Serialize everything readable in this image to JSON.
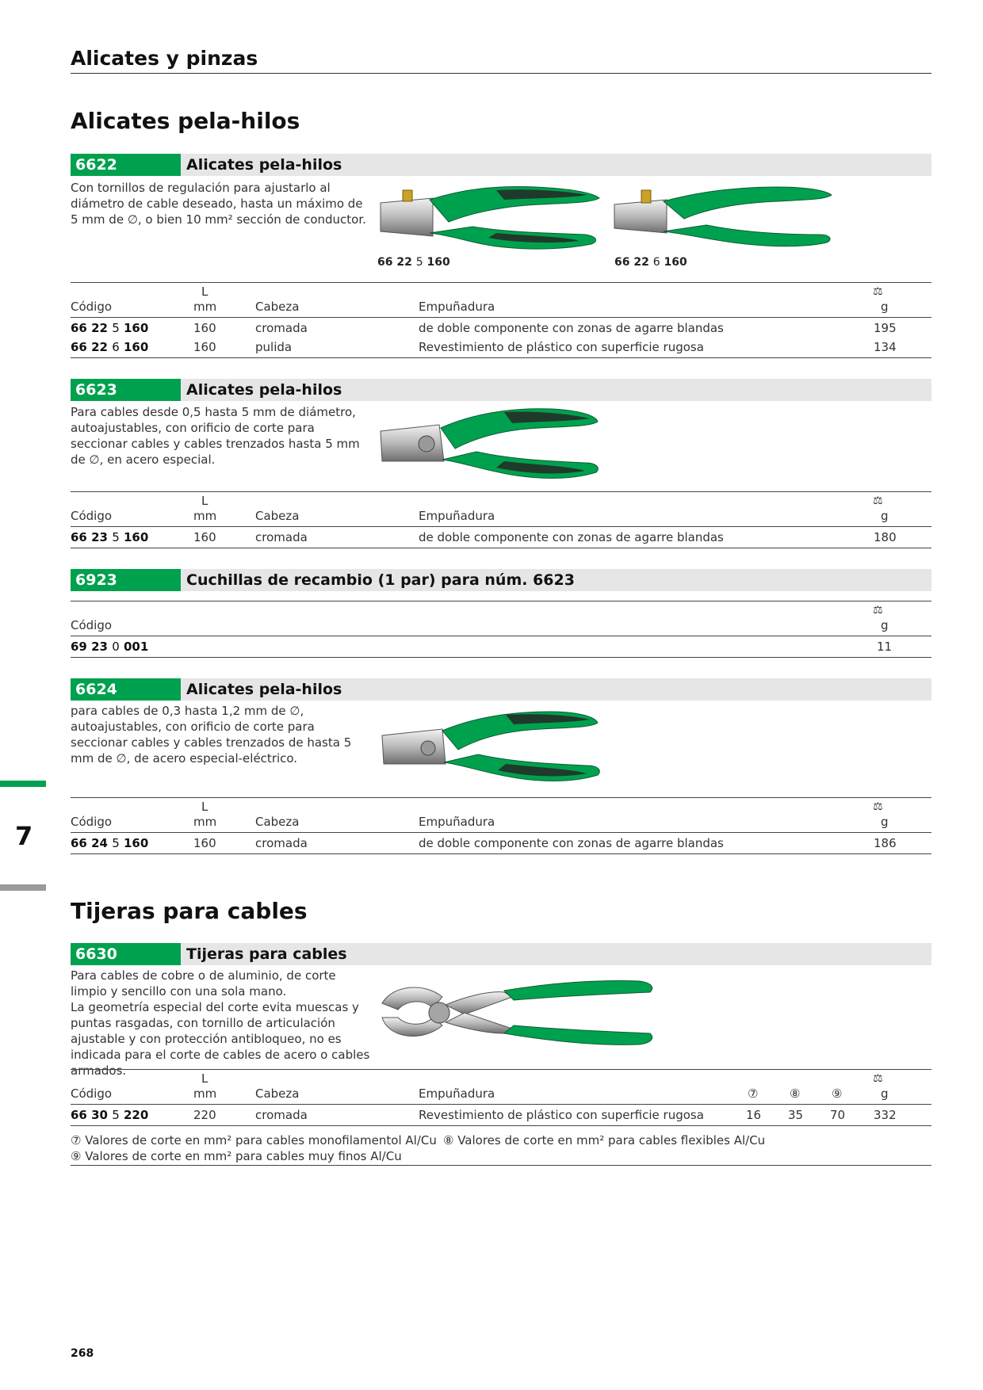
{
  "header": {
    "title": "Alicates y pinzas"
  },
  "sections": {
    "strippers": {
      "title": "Alicates pela-hilos"
    },
    "cutters": {
      "title": "Tijeras para cables"
    }
  },
  "table_labels": {
    "code": "Código",
    "length_unit_top": "L",
    "length_unit": "mm",
    "head": "Cabeza",
    "handle": "Empuñadura",
    "weight_unit": "g",
    "col7": "⑦",
    "col8": "⑧",
    "col9": "⑨"
  },
  "products": [
    {
      "number": "6622",
      "title": "Alicates pela-hilos",
      "description": "Con tornillos de regulación para ajustarlo al diámetro de cable deseado, hasta un máximo de 5 mm de ∅, o bien 10 mm² sección de conductor.",
      "captions": [
        {
          "a": "66 22",
          "b": "5",
          "c": "160"
        },
        {
          "a": "66 22",
          "b": "6",
          "c": "160"
        }
      ],
      "rows": [
        {
          "code_a": "66 22",
          "code_b": "5",
          "code_c": "160",
          "length": "160",
          "head": "cromada",
          "handle": "de doble componente con zonas de agarre blandas",
          "weight": "195"
        },
        {
          "code_a": "66 22",
          "code_b": "6",
          "code_c": "160",
          "length": "160",
          "head": "pulida",
          "handle": "Revestimiento de plástico con superficie rugosa",
          "weight": "134"
        }
      ]
    },
    {
      "number": "6623",
      "title": "Alicates pela-hilos",
      "description": "Para cables desde 0,5 hasta 5 mm de diámetro, autoajustables, con orificio de corte para seccionar cables y cables trenzados hasta 5 mm de ∅, en acero especial.",
      "rows": [
        {
          "code_a": "66 23",
          "code_b": "5",
          "code_c": "160",
          "length": "160",
          "head": "cromada",
          "handle": "de doble componente con zonas de agarre blandas",
          "weight": "180"
        }
      ]
    },
    {
      "number": "6923",
      "title": "Cuchillas de recambio (1 par) para núm. 6623",
      "rows": [
        {
          "code_a": "69 23",
          "code_b": "0",
          "code_c": "001",
          "weight": "11"
        }
      ]
    },
    {
      "number": "6624",
      "title": "Alicates pela-hilos",
      "description": "para cables de 0,3 hasta 1,2 mm de ∅, autoajustables, con orificio de corte para seccionar cables y cables trenzados de hasta 5 mm de ∅, de acero especial-eléctrico.",
      "rows": [
        {
          "code_a": "66 24",
          "code_b": "5",
          "code_c": "160",
          "length": "160",
          "head": "cromada",
          "handle": "de doble componente con zonas de agarre blandas",
          "weight": "186"
        }
      ]
    },
    {
      "number": "6630",
      "title": "Tijeras para cables",
      "description_1": "Para cables de cobre o de aluminio, de corte limpio y sencillo con una sola mano.",
      "description_2": "La geometría especial del corte evita muescas y puntas rasgadas, con tornillo de articulación ajustable y con protección antibloqueo, no es indicada para el corte de cables de acero o cables armados.",
      "rows": [
        {
          "code_a": "66 30",
          "code_b": "5",
          "code_c": "220",
          "length": "220",
          "head": "cromada",
          "handle": "Revestimiento de plástico con superficie rugosa",
          "v7": "16",
          "v8": "35",
          "v9": "70",
          "weight": "332"
        }
      ],
      "notes": {
        "n7": "⑦ Valores de corte en mm² para cables monofilamentol Al/Cu",
        "n8": "⑧ Valores de corte en mm² para cables flexibles Al/Cu",
        "n9": "⑨ Valores de corte en mm² para cables muy finos Al/Cu"
      }
    }
  ],
  "side_tab": {
    "chapter": "7"
  },
  "footer": {
    "page_number": "268"
  },
  "colors": {
    "accent": "#00a14e",
    "bar": "#e6e6e6",
    "handle_dark": "#1f3a2a"
  }
}
